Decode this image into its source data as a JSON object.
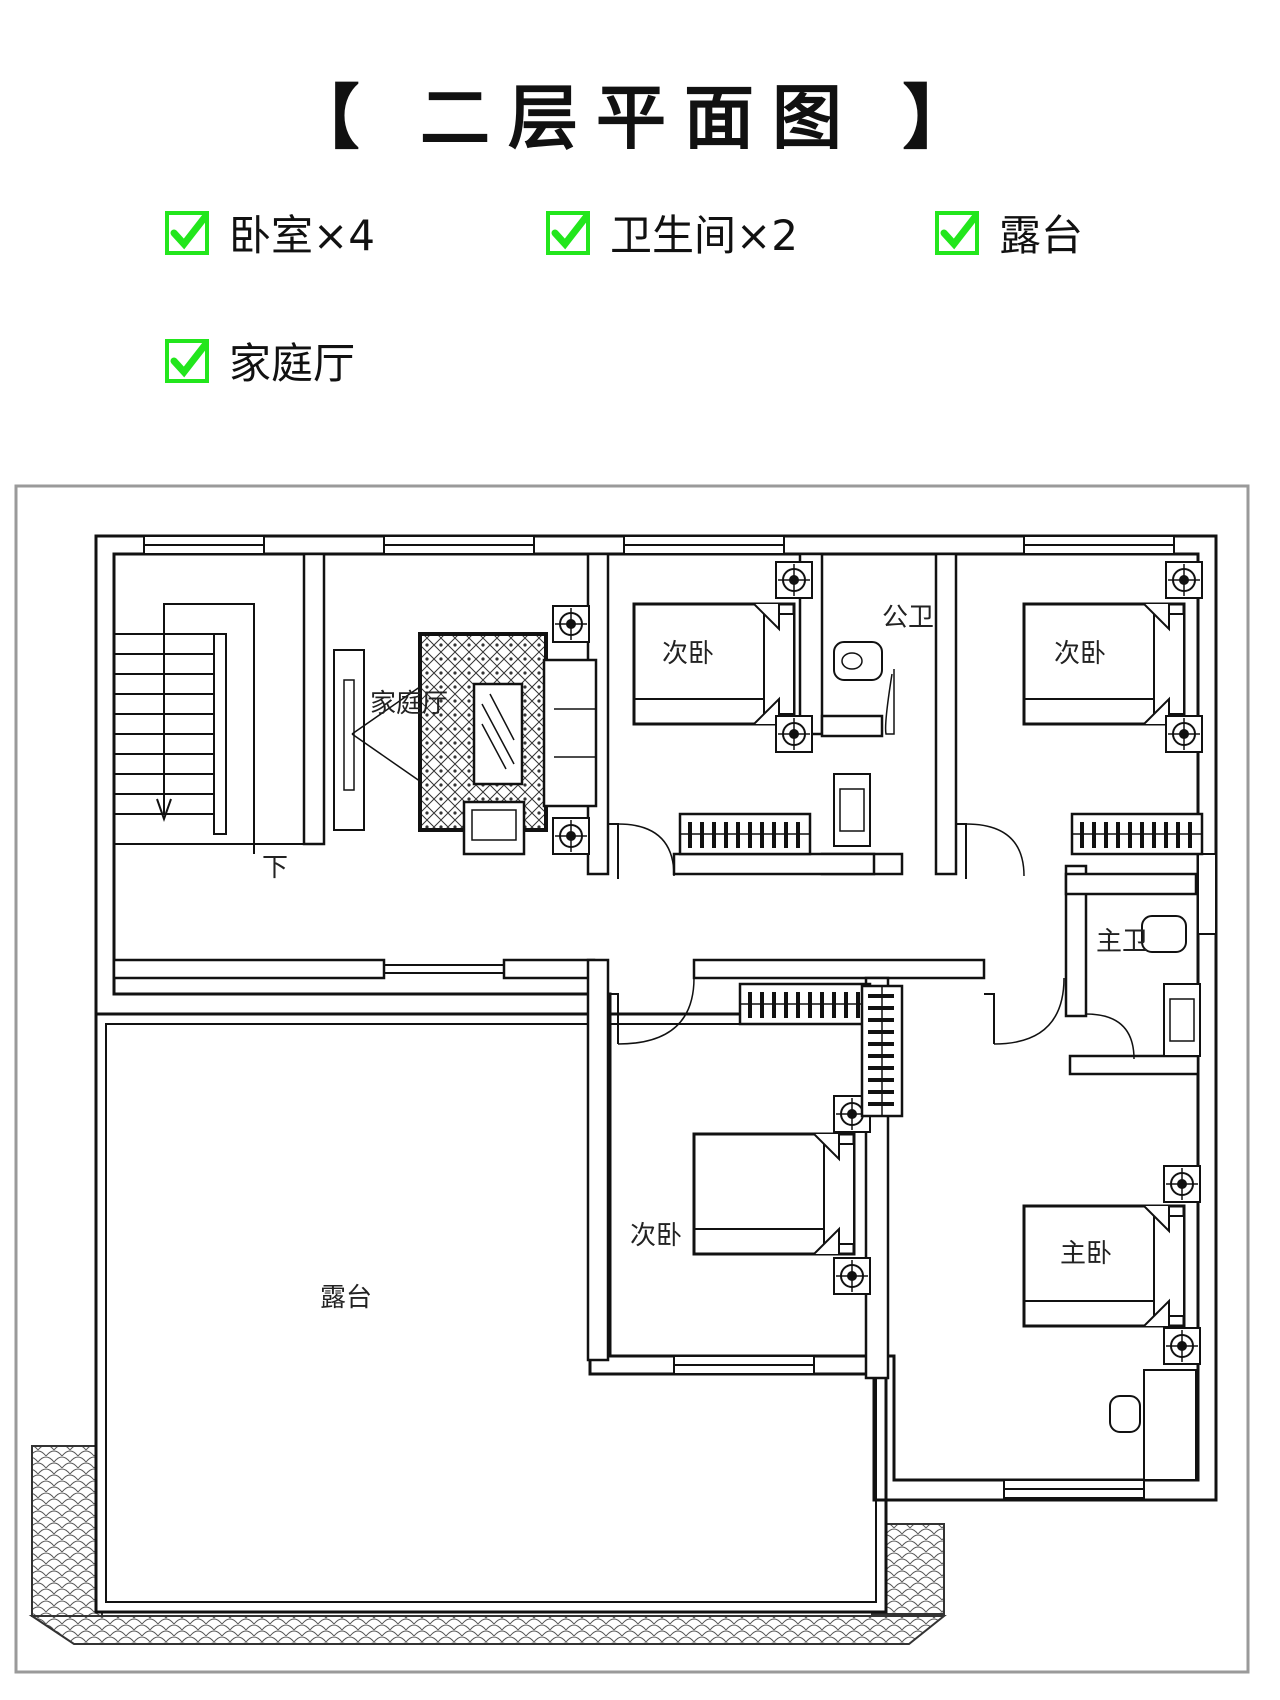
{
  "title": "【 二层平面图 】",
  "features": [
    {
      "label": "卧室×4"
    },
    {
      "label": "卫生间×2"
    },
    {
      "label": "露台"
    },
    {
      "label": "家庭厅"
    }
  ],
  "colors": {
    "check": "#22e61c",
    "wall": "#111111",
    "frame": "#9a9a9a"
  },
  "plan": {
    "rooms": {
      "family_hall": "家庭厅",
      "bedroom_ne1": "次卧",
      "public_bath": "公卫",
      "bedroom_ne2": "次卧",
      "master_bath": "主卫",
      "bedroom_center": "次卧",
      "master_bedroom": "主卧",
      "terrace": "露台",
      "stair_down": "下"
    }
  }
}
